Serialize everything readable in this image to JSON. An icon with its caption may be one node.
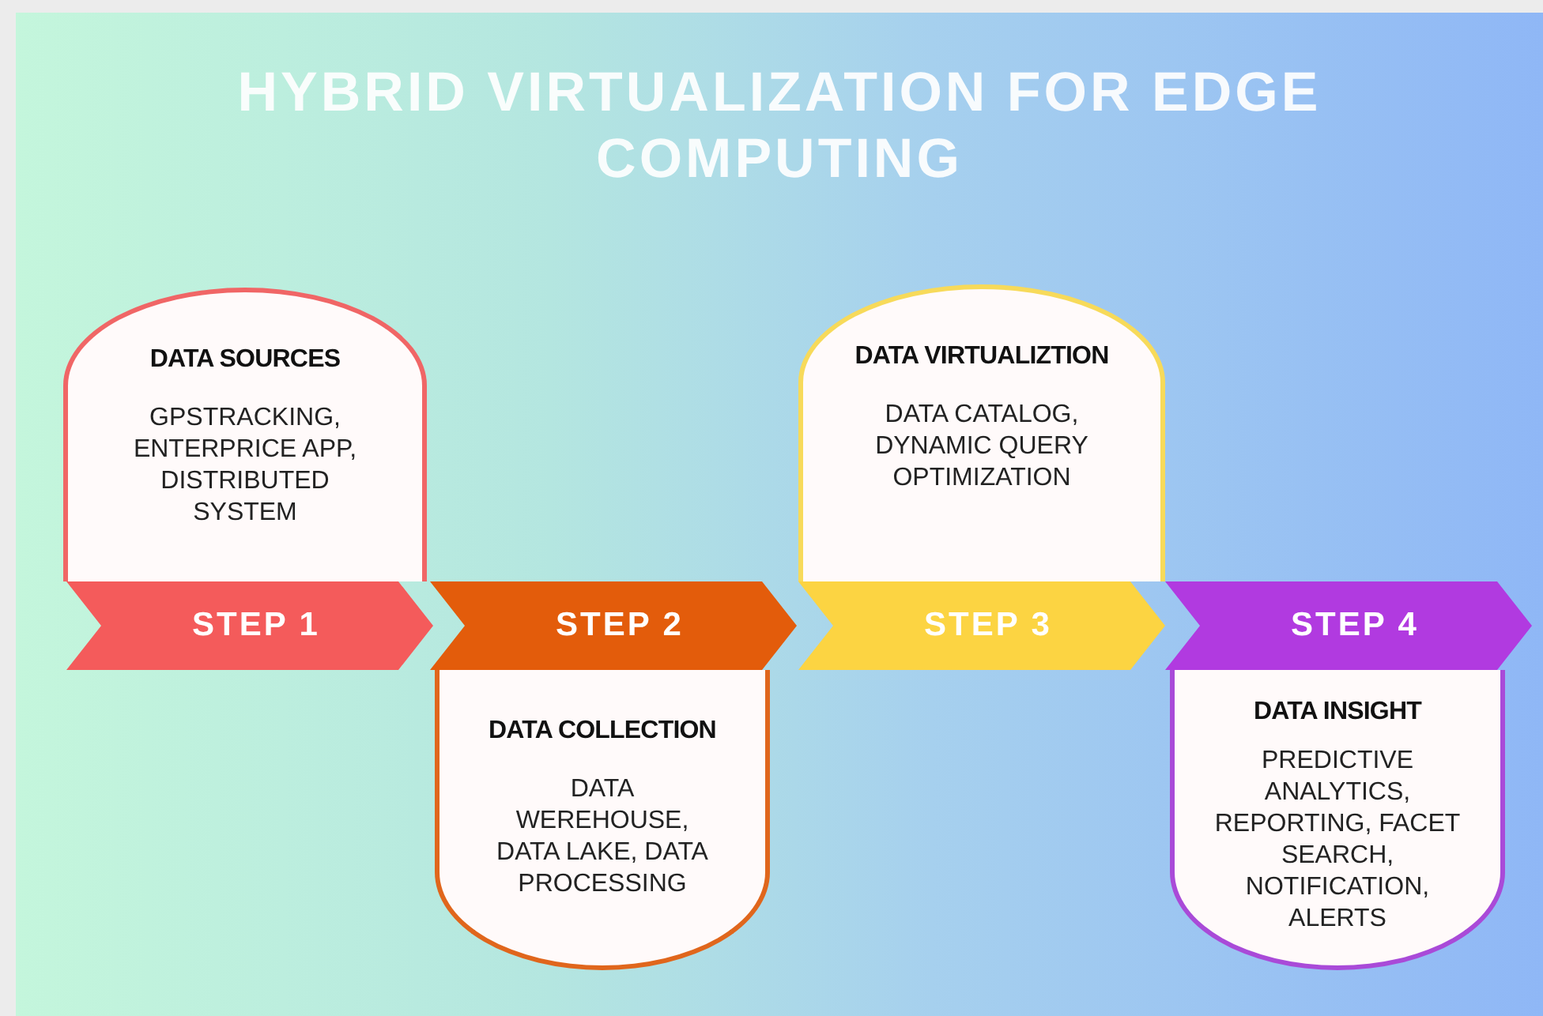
{
  "diagram": {
    "title": "HYBRID VIRTUALIZATION FOR EDGE COMPUTING",
    "nodes": [
      {
        "text": [
          "DATA SOURCES",
          "GPSTRACKING, ENTERPRICE APP, DISTRIBUTED SYSTEM"
        ]
      },
      {
        "text": [
          "STEP 1"
        ]
      },
      {
        "text": [
          "STEP 2"
        ]
      },
      {
        "text": [
          "DATA COLLECTION",
          "DATA WEREHOUSE, DATA LAKE, DATA PROCESSING"
        ]
      },
      {
        "text": [
          "DATA VIRTUALIZTION",
          "DATA CATALOG, DYNAMIC QUERY OPTIMIZATION"
        ]
      },
      {
        "text": [
          "STEP 3"
        ]
      },
      {
        "text": [
          "STEP 4"
        ]
      },
      {
        "text": [
          "DATA INSIGHT",
          "PREDICTIVE ANALYTICS, REPORTING, FACET SEARCH, NOTIFICATION, ALERTS"
        ]
      }
    ]
  }
}
